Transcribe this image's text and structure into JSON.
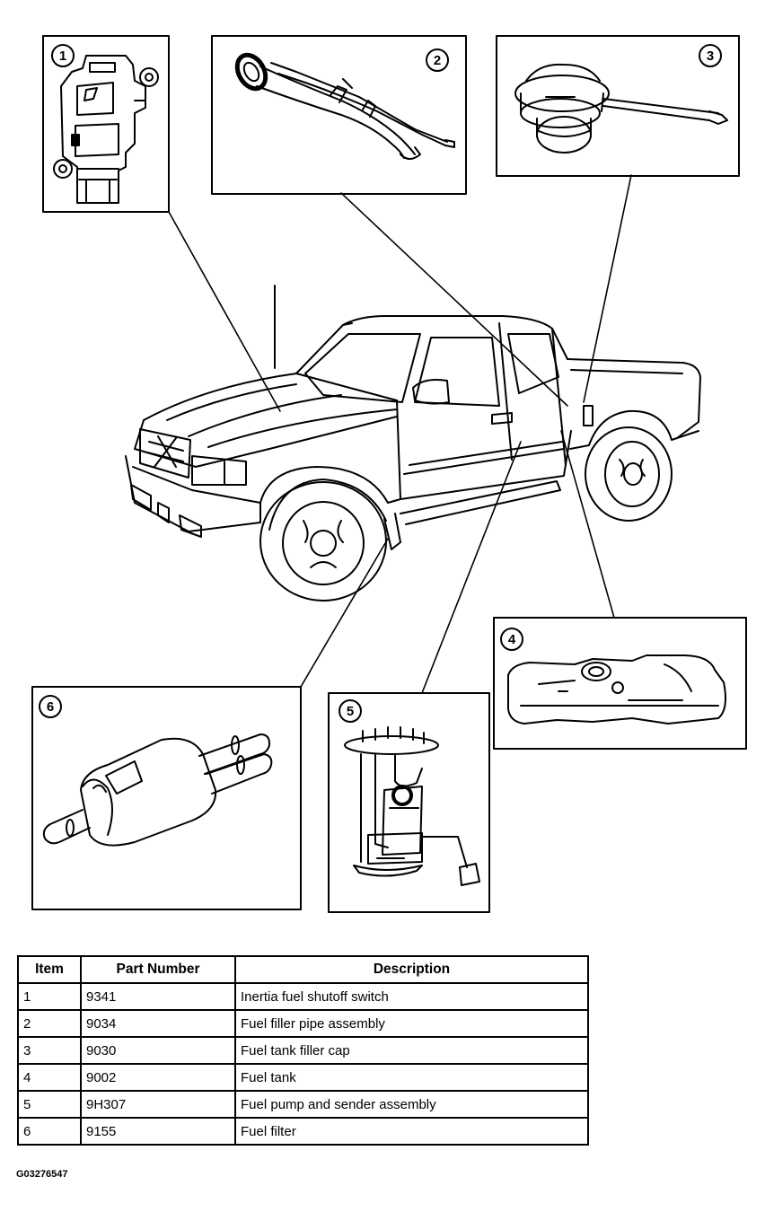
{
  "callouts": [
    "1",
    "2",
    "3",
    "4",
    "5",
    "6"
  ],
  "table": {
    "headers": {
      "item": "Item",
      "part_number": "Part Number",
      "description": "Description"
    },
    "rows": [
      {
        "item": "1",
        "part_number": "9341",
        "description": "Inertia fuel shutoff switch"
      },
      {
        "item": "2",
        "part_number": "9034",
        "description": "Fuel filler pipe assembly"
      },
      {
        "item": "3",
        "part_number": "9030",
        "description": "Fuel tank filler cap"
      },
      {
        "item": "4",
        "part_number": "9002",
        "description": "Fuel tank"
      },
      {
        "item": "5",
        "part_number": "9H307",
        "description": "Fuel pump and sender assembly"
      },
      {
        "item": "6",
        "part_number": "9155",
        "description": "Fuel filter"
      }
    ]
  },
  "figure_id": "G03276547"
}
